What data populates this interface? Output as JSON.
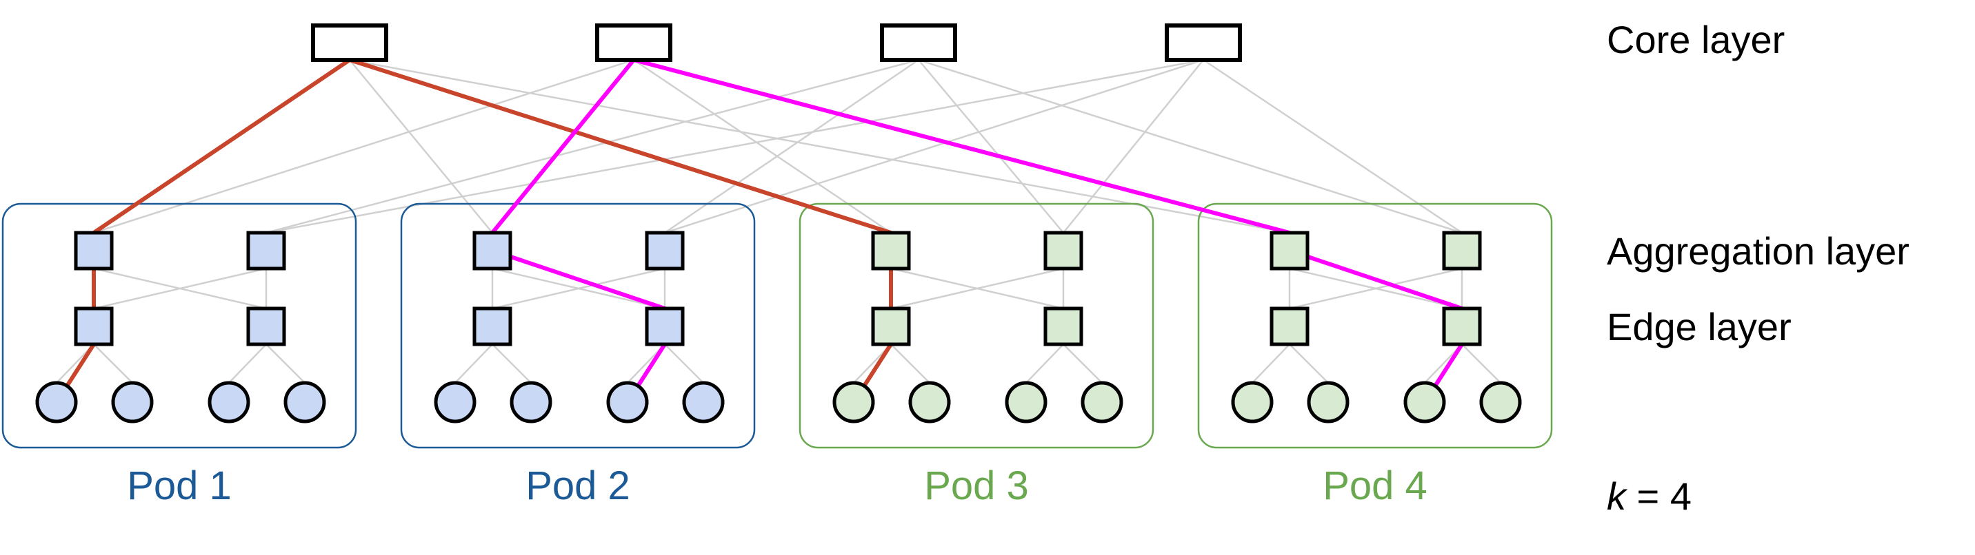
{
  "layers": {
    "core": "Core layer",
    "aggregation": "Aggregation layer",
    "edge": "Edge layer"
  },
  "k_label": {
    "var": "k",
    "rest": " = 4"
  },
  "pods": [
    {
      "label": "Pod 1",
      "color": "#1b5a96",
      "fill": "#c9d9f5"
    },
    {
      "label": "Pod 2",
      "color": "#1b5a96",
      "fill": "#c9d9f5"
    },
    {
      "label": "Pod 3",
      "color": "#6aa84f",
      "fill": "#d9ead3"
    },
    {
      "label": "Pod 4",
      "color": "#6aa84f",
      "fill": "#d9ead3"
    }
  ],
  "colors": {
    "path_a": "#c8442a",
    "path_b": "#ff00ff",
    "link": "#d0d0d0",
    "node_stroke": "#000000"
  },
  "topology": {
    "core_switches": 4,
    "aggregation_per_pod": 2,
    "edge_per_pod": 2,
    "hosts_per_edge": 2
  },
  "highlighted_paths": [
    {
      "color_key": "path_a",
      "route": [
        "pod1-host1",
        "pod1-edge1",
        "pod1-agg1",
        "core1",
        "pod3-agg1",
        "pod3-edge1",
        "pod3-host1"
      ]
    },
    {
      "color_key": "path_b",
      "route": [
        "pod2-host3",
        "pod2-edge2",
        "pod2-agg1",
        "core2",
        "pod4-agg1",
        "pod4-edge2",
        "pod4-host3"
      ]
    }
  ]
}
